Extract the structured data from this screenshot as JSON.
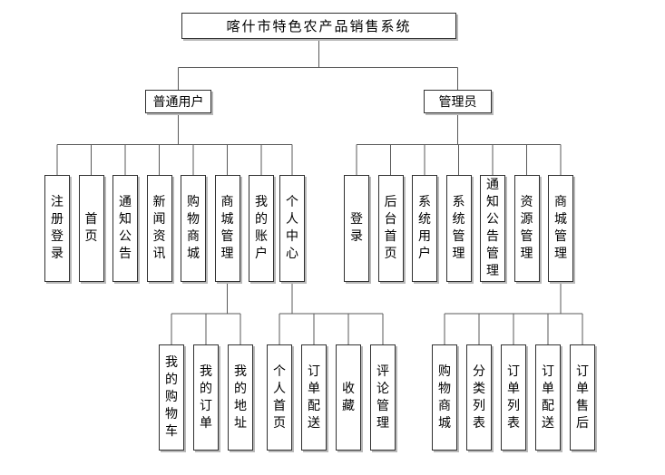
{
  "colors": {
    "background": "#ffffff",
    "box_border": "#303030",
    "box_fill": "#ffffff",
    "connector_line": "#595959",
    "box_shadow": "#b9b9b9",
    "text": "#000000"
  },
  "tree": {
    "root": {
      "label": "喀什市特色农产品销售系统"
    },
    "branches": [
      {
        "label": "普通用户",
        "children": [
          {
            "label": "注册登录"
          },
          {
            "label": "首页"
          },
          {
            "label": "通知公告"
          },
          {
            "label": "新闻资讯"
          },
          {
            "label": "购物商城"
          },
          {
            "label": "商城管理",
            "children": [
              {
                "label": "我的购物车"
              },
              {
                "label": "我的订单"
              },
              {
                "label": "我的地址"
              }
            ]
          },
          {
            "label": "我的账户"
          },
          {
            "label": "个人中心",
            "children": [
              {
                "label": "个人首页"
              },
              {
                "label": "订单配送"
              },
              {
                "label": "收藏"
              },
              {
                "label": "评论管理"
              }
            ]
          }
        ]
      },
      {
        "label": "管理员",
        "children": [
          {
            "label": "登录"
          },
          {
            "label": "后台首页"
          },
          {
            "label": "系统用户"
          },
          {
            "label": "系统管理"
          },
          {
            "label": "通知公告管理"
          },
          {
            "label": "资源管理"
          },
          {
            "label": "商城管理",
            "children": [
              {
                "label": "购物商城"
              },
              {
                "label": "分类列表"
              },
              {
                "label": "订单列表"
              },
              {
                "label": "订单配送"
              },
              {
                "label": "订单售后"
              }
            ]
          }
        ]
      }
    ]
  }
}
